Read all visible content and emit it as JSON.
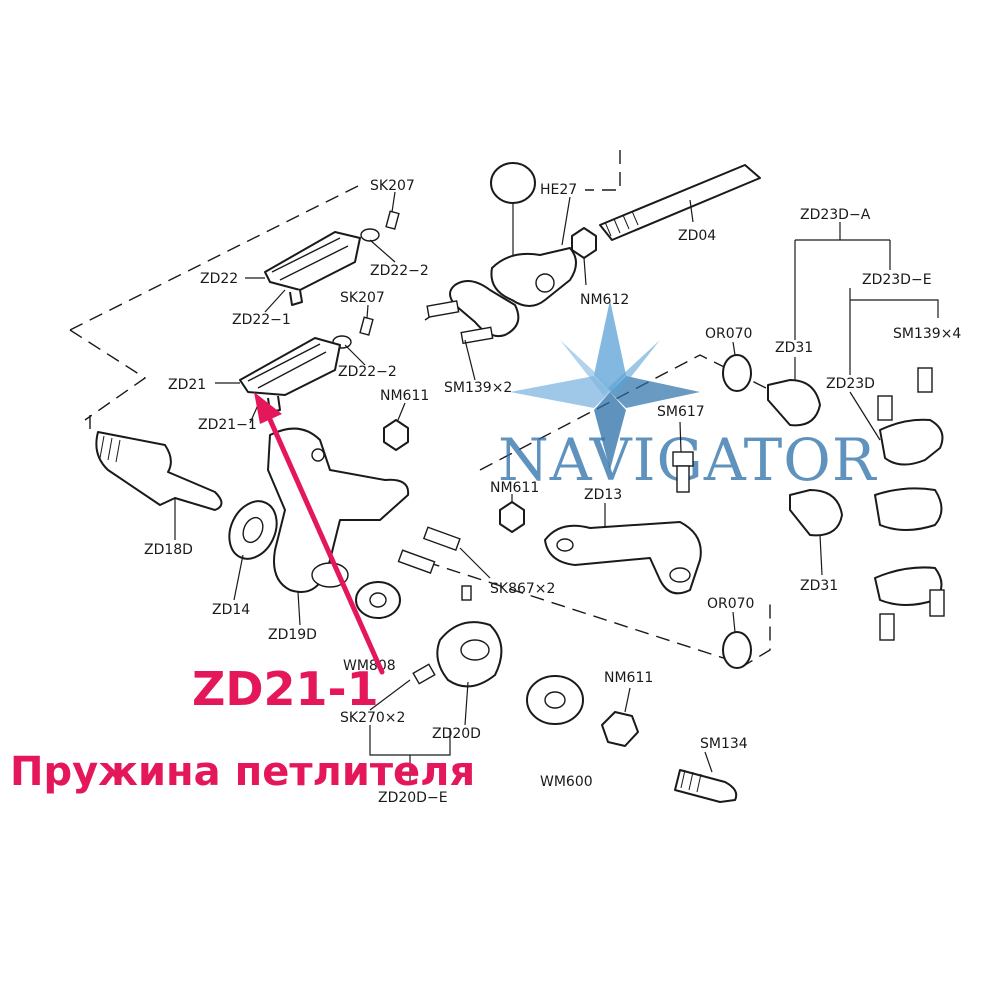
{
  "watermark": {
    "text": "NAVIGATOR",
    "color": "#2a6fa8",
    "highlight_color": "#7fb6e0"
  },
  "callout": {
    "code": "ZD21-1",
    "name": "Пружина петлителя",
    "color": "#e4175b"
  },
  "labels": {
    "sk207_a": "SK207",
    "he27": "HE27",
    "zd04": "ZD04",
    "zd23d_a": "ZD23D−A",
    "zd23d_e": "ZD23D−E",
    "zd22": "ZD22",
    "zd22_2_a": "ZD22−2",
    "zd22_1": "ZD22−1",
    "sk207_b": "SK207",
    "nm612": "NM612",
    "sm139x4": "SM139×4",
    "or070_a": "OR070",
    "zd31_a": "ZD31",
    "zd21": "ZD21",
    "zd22_2_b": "ZD22−2",
    "sm139x2": "SM139×2",
    "zd23d": "ZD23D",
    "zd21_1": "ZD21−1",
    "nm611_a": "NM611",
    "sm617": "SM617",
    "nm611_b": "NM611",
    "zd13": "ZD13",
    "zd18d": "ZD18D",
    "zd14": "ZD14",
    "zd19d": "ZD19D",
    "sk867x2": "SK867×2",
    "zd31_b": "ZD31",
    "or070_b": "OR070",
    "wm808": "WM808",
    "nm611_c": "NM611",
    "sk270x2": "SK270×2",
    "zd20d": "ZD20D",
    "sm134": "SM134",
    "wm600": "WM600",
    "zd20d_e": "ZD20D−E"
  }
}
